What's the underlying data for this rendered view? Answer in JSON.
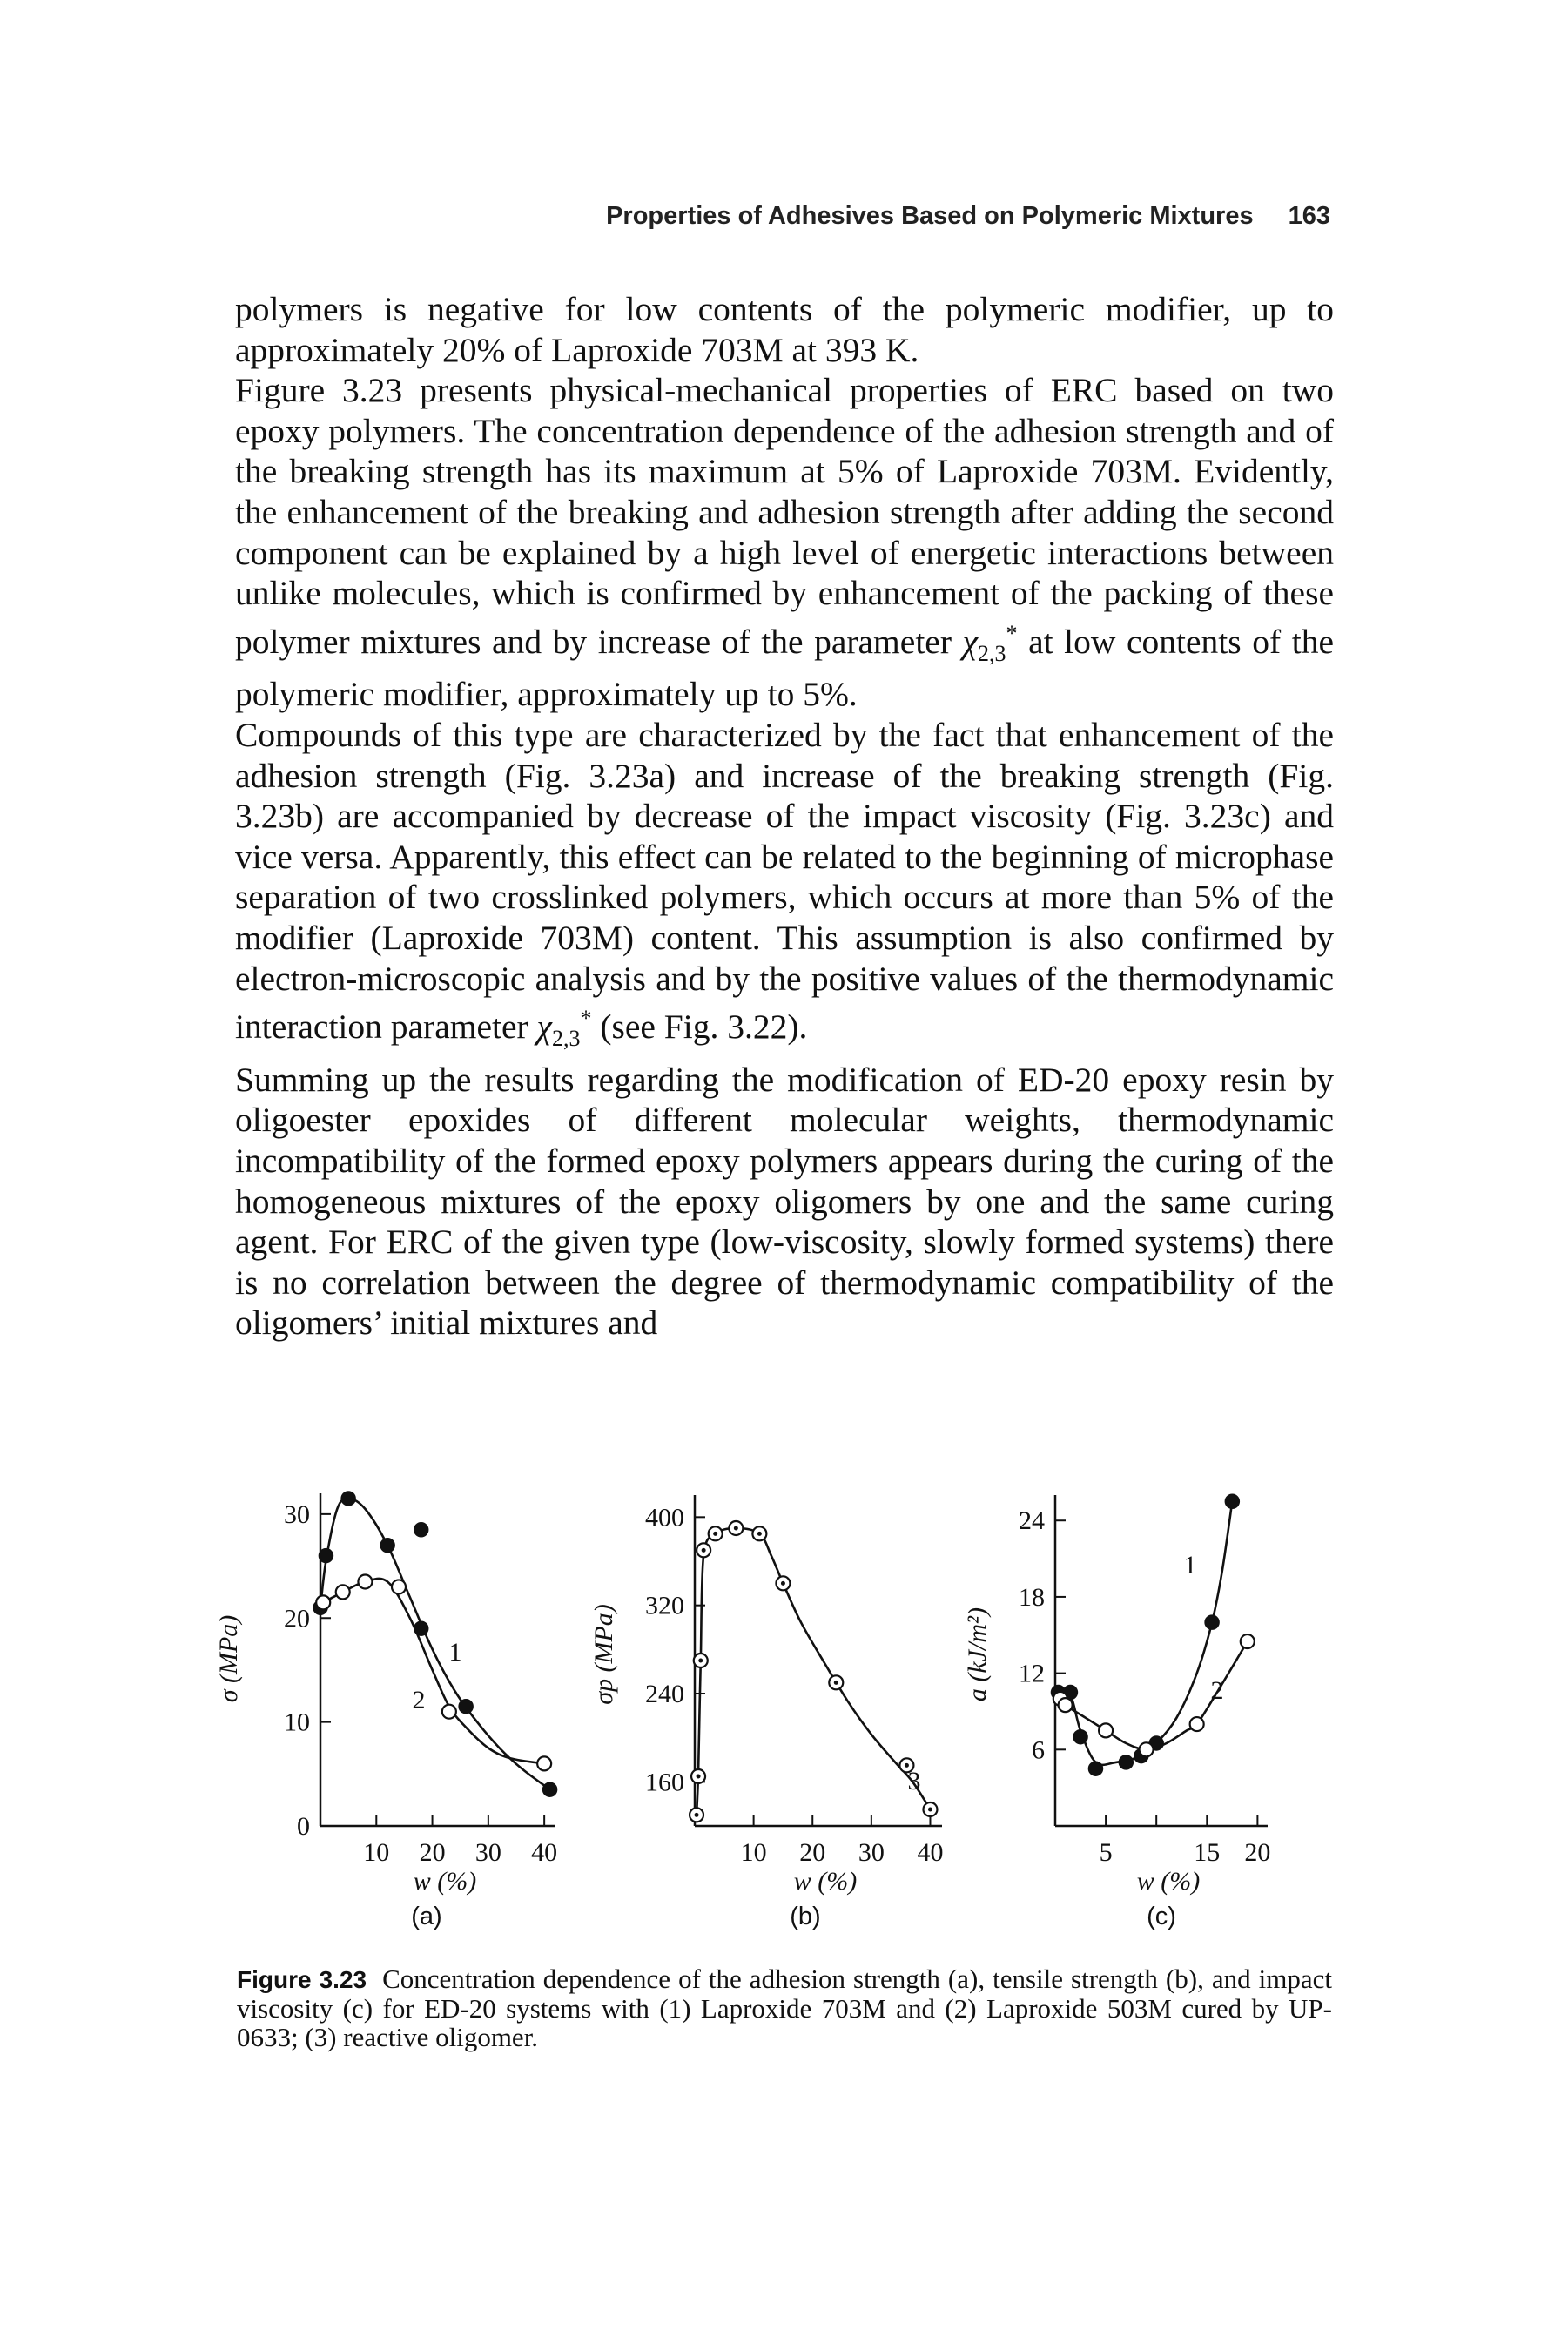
{
  "header": {
    "running_title": "Properties of Adhesives Based on Polymeric Mixtures",
    "page_number": "163"
  },
  "body": {
    "p1": "polymers is negative for low contents of the polymeric modifier, up to approximately 20% of Laproxide 703M at 393 K.",
    "p2_before_chi": "Figure 3.23 presents physical-mechanical properties of ERC based on two epoxy polymers. The concentration dependence of the adhesion strength and of the breaking strength has its maximum at 5% of Laproxide 703M. Evidently, the enhancement of the breaking and adhesion strength after adding the second component can be explained by a high level of energetic interactions between unlike molecules, which is confirmed by enhancement of the packing of these polymer mixtures and by increase of the parameter ",
    "p2_after_chi": " at low contents of the polymeric modifier, approximately up to 5%.",
    "p3_before_chi": "Compounds of this type are characterized by the fact that enhancement of the adhesion strength (Fig. 3.23a) and increase of the breaking strength (Fig. 3.23b) are accompanied by decrease of the impact viscosity (Fig. 3.23c) and vice versa. Apparently, this effect can be related to the beginning of microphase separation of two crosslinked polymers, which occurs at more than 5% of the modifier (Laproxide 703M) content. This assumption is also confirmed by electron-microscopic analysis and by the positive values of the thermodynamic interaction parameter ",
    "p3_after_chi": " (see Fig. 3.22).",
    "p4": "Summing up the results regarding the modification of ED-20 epoxy resin by oligoester epoxides of different molecular weights, thermodynamic incompatibility of the formed epoxy polymers appears during the curing of the homogeneous mixtures of the epoxy oligomers by one and the same curing agent. For ERC of the given type (low-viscosity, slowly formed systems) there is no correlation between the degree of thermodynamic compatibility of the oligomers’ initial mixtures and",
    "chi_symbol": "χ",
    "chi_subscript": "2,3",
    "chi_superscript": "*"
  },
  "caption": {
    "label": "Figure 3.23",
    "text": "Concentration dependence of the adhesion strength (a), tensile strength (b), and impact viscosity (c) for ED-20 systems with (1) Laproxide 703M and (2) Laproxide 503M cured by UP-0633; (3) reactive oligomer."
  },
  "chart_data": [
    {
      "type": "line",
      "panel_label": "(a)",
      "xlabel": "w (%)",
      "ylabel": "σ (MPa)",
      "xlim": [
        0,
        42
      ],
      "ylim": [
        0,
        32
      ],
      "xticks": [
        10,
        20,
        30,
        40
      ],
      "yticks": [
        0,
        10,
        20,
        30
      ],
      "xtick_labels": [
        "10",
        "20",
        "30",
        "40"
      ],
      "ytick_labels": [
        "0",
        "10",
        "20",
        "30"
      ],
      "grid": false,
      "series": [
        {
          "name": "1",
          "marker": "filled-circle",
          "points": [
            [
              0,
              21
            ],
            [
              1,
              26
            ],
            [
              5,
              31.5
            ],
            [
              12,
              27
            ],
            [
              18,
              19
            ],
            [
              26,
              11.5
            ],
            [
              41,
              3.5
            ],
            [
              18,
              28.5
            ]
          ],
          "curve": [
            [
              0,
              21
            ],
            [
              1,
              25.5
            ],
            [
              3,
              30.5
            ],
            [
              5,
              31.5
            ],
            [
              8,
              30.5
            ],
            [
              12,
              27
            ],
            [
              16,
              22
            ],
            [
              20,
              17
            ],
            [
              24,
              13
            ],
            [
              28,
              10
            ],
            [
              32,
              7.5
            ],
            [
              36,
              5.5
            ],
            [
              41,
              3.5
            ]
          ]
        },
        {
          "name": "2",
          "marker": "open-circle",
          "points": [
            [
              0.5,
              21.5
            ],
            [
              4,
              22.5
            ],
            [
              8,
              23.5
            ],
            [
              14,
              23
            ],
            [
              23,
              11
            ],
            [
              40,
              6
            ]
          ],
          "curve": [
            [
              0.5,
              21.5
            ],
            [
              4,
              22.5
            ],
            [
              8,
              23.5
            ],
            [
              12,
              23.5
            ],
            [
              16,
              20
            ],
            [
              20,
              15
            ],
            [
              23,
              11.5
            ],
            [
              26,
              9.5
            ],
            [
              30,
              7.5
            ],
            [
              34,
              6.5
            ],
            [
              40,
              6
            ]
          ]
        }
      ]
    },
    {
      "type": "line",
      "panel_label": "(b)",
      "xlabel": "w (%)",
      "ylabel": "σp (MPa)",
      "ylabel_sub": "p",
      "xlim": [
        0,
        42
      ],
      "ylim": [
        120,
        420
      ],
      "xticks": [
        10,
        20,
        30,
        40
      ],
      "yticks": [
        160,
        240,
        320,
        400
      ],
      "xtick_labels": [
        "10",
        "20",
        "30",
        "40"
      ],
      "ytick_labels": [
        "160",
        "240",
        "320",
        "400"
      ],
      "grid": false,
      "series": [
        {
          "name": "3",
          "marker": "dotted-circle",
          "points": [
            [
              0.3,
              130
            ],
            [
              0.6,
              165
            ],
            [
              1,
              270
            ],
            [
              1.5,
              370
            ],
            [
              3.5,
              385
            ],
            [
              7,
              390
            ],
            [
              11,
              385
            ],
            [
              15,
              340
            ],
            [
              24,
              250
            ],
            [
              36,
              175
            ],
            [
              40,
              135
            ]
          ],
          "curve": [
            [
              0.3,
              130
            ],
            [
              0.6,
              170
            ],
            [
              1,
              270
            ],
            [
              1.5,
              365
            ],
            [
              3.5,
              385
            ],
            [
              7,
              390
            ],
            [
              11,
              385
            ],
            [
              13,
              365
            ],
            [
              15,
              340
            ],
            [
              18,
              305
            ],
            [
              22,
              268
            ],
            [
              26,
              233
            ],
            [
              30,
              203
            ],
            [
              34,
              178
            ],
            [
              37,
              160
            ],
            [
              40,
              135
            ]
          ]
        }
      ]
    },
    {
      "type": "line",
      "panel_label": "(c)",
      "xlabel": "w (%)",
      "ylabel": "a (kJ/m²)",
      "xlim": [
        0,
        21
      ],
      "ylim": [
        0,
        26
      ],
      "xticks": [
        5,
        10,
        15,
        20
      ],
      "yticks": [
        6,
        12,
        18,
        24
      ],
      "xtick_labels": [
        "5",
        "",
        "15",
        "20"
      ],
      "ytick_labels": [
        "6",
        "12",
        "18",
        "24"
      ],
      "grid": false,
      "series": [
        {
          "name": "1",
          "marker": "filled-circle",
          "points": [
            [
              0.3,
              10.5
            ],
            [
              1.5,
              10.5
            ],
            [
              2.5,
              7
            ],
            [
              4,
              4.5
            ],
            [
              7,
              5
            ],
            [
              8.5,
              5.5
            ],
            [
              10,
              6.5
            ],
            [
              15.5,
              16
            ],
            [
              17.5,
              25.5
            ]
          ],
          "curve": [
            [
              0.3,
              10.5
            ],
            [
              1.5,
              10.3
            ],
            [
              2.5,
              7.5
            ],
            [
              4,
              5
            ],
            [
              6,
              5
            ],
            [
              8.5,
              5.5
            ],
            [
              10,
              6.5
            ],
            [
              12,
              8.5
            ],
            [
              14,
              12
            ],
            [
              15.5,
              16
            ],
            [
              16.5,
              20
            ],
            [
              17.5,
              25.5
            ]
          ]
        },
        {
          "name": "2",
          "marker": "open-circle",
          "points": [
            [
              0.5,
              10
            ],
            [
              1,
              9.5
            ],
            [
              5,
              7.5
            ],
            [
              9,
              6
            ],
            [
              14,
              8
            ],
            [
              19,
              14.5
            ]
          ],
          "curve": [
            [
              0.5,
              10
            ],
            [
              1,
              9.5
            ],
            [
              3,
              8.5
            ],
            [
              5,
              7.5
            ],
            [
              7,
              6.5
            ],
            [
              9,
              6
            ],
            [
              11,
              6.5
            ],
            [
              13,
              7.5
            ],
            [
              14,
              8
            ],
            [
              16,
              10.5
            ],
            [
              19,
              14.5
            ]
          ]
        }
      ]
    }
  ]
}
